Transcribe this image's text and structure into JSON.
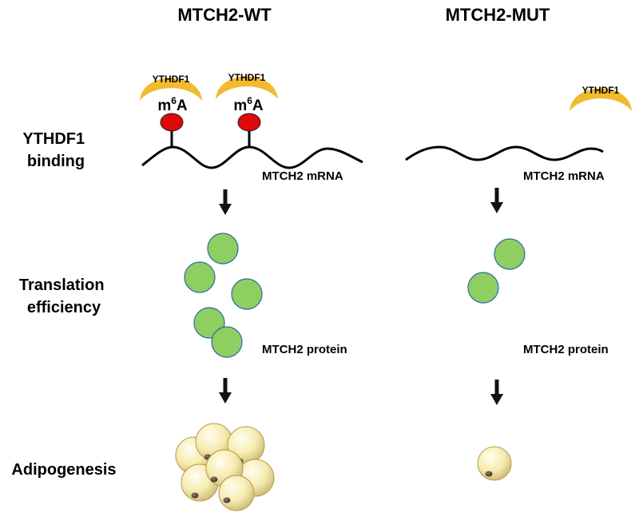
{
  "columns": {
    "wt": {
      "title": "MTCH2-WT",
      "mrna_label": "MTCH2 mRNA",
      "protein_label": "MTCH2 protein",
      "reader_labels": [
        "YTHDF1",
        "YTHDF1"
      ],
      "m6a_marks": [
        {
          "base": "m",
          "sup": "6",
          "rest": "A"
        },
        {
          "base": "m",
          "sup": "6",
          "rest": "A"
        }
      ]
    },
    "mut": {
      "title": "MTCH2-MUT",
      "mrna_label": "MTCH2 mRNA",
      "protein_label": "MTCH2 protein",
      "reader_labels": [
        "YTHDF1"
      ]
    }
  },
  "row_labels": {
    "ythdf1_binding": [
      "YTHDF1",
      "binding"
    ],
    "translation_efficiency": [
      "Translation",
      "efficiency"
    ],
    "adipogenesis": "Adipogenesis"
  },
  "colors": {
    "ythdf1": "#f0bb2f",
    "m6a_site": "#dd0a0a",
    "protein": "#8fce60",
    "protein_outline": "#2f6aa8",
    "adipocyte": "#f5e9a8",
    "arrow": "#111111"
  }
}
